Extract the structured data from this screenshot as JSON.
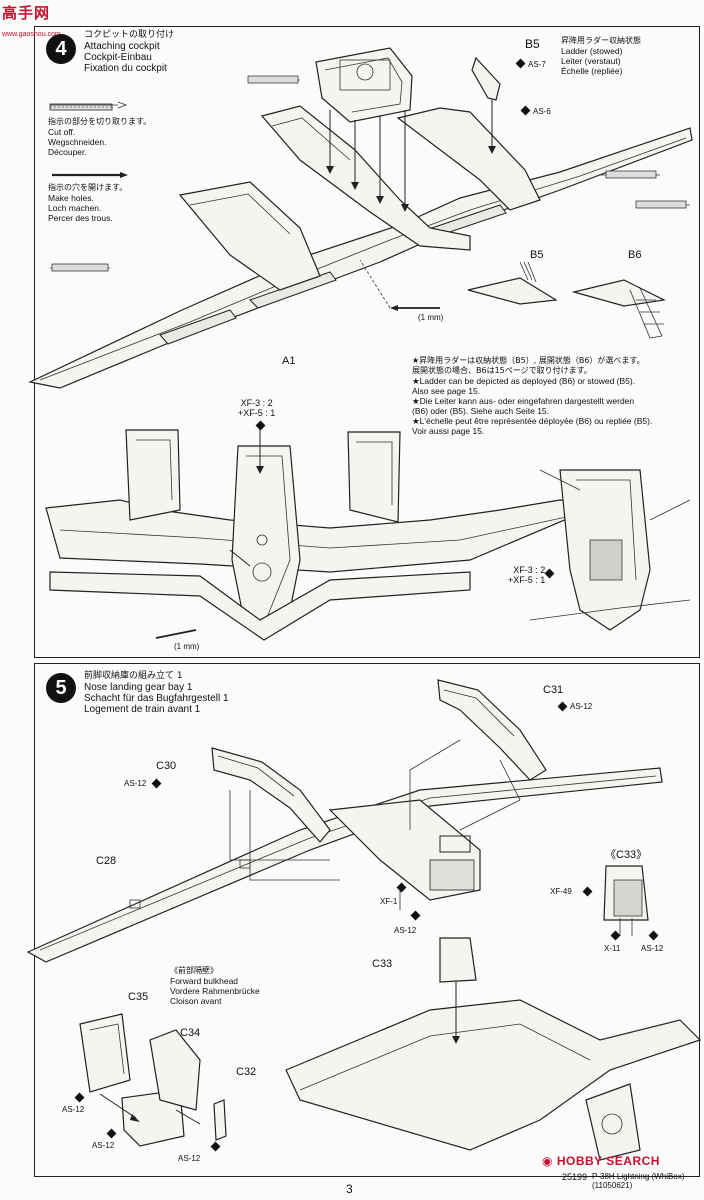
{
  "watermark": {
    "site_name": "高手网",
    "site_url": "www.gaoshou.com"
  },
  "step4": {
    "number": "4",
    "title_jp": "コクピットの取り付け",
    "title_en": "Attaching cockpit",
    "title_de": "Cockpit-Einbau",
    "title_fr": "Fixation du cockpit",
    "cut_jp": "指示の部分を切り取ります。",
    "cut_en": "Cut off.",
    "cut_de": "Wegschneiden.",
    "cut_fr": "Découper.",
    "holes_jp": "指示の穴を開けます。",
    "holes_en": "Make holes.",
    "holes_de": "Loch machen.",
    "holes_fr": "Percer des trous.",
    "ladder_title_jp": "昇降用ラダー収納状態",
    "ladder_title_en": "Ladder (stowed)",
    "ladder_title_de": "Leiter (verstaut)",
    "ladder_title_fr": "Échelle (repliée)",
    "part_b5": "B5",
    "part_b6": "B6",
    "part_a1": "A1",
    "as7": "AS-7",
    "as6": "AS-6",
    "drill_size": "(1 mm)",
    "ladder_note": [
      "★昇降用ラダーは収納状態（B5）, 展開状態（B6）が選べます。",
      "展開状態の場合、B6は15ページで取り付けます。",
      "★Ladder can be depicted as deployed (B6) or stowed (B5).",
      "Also see page 15.",
      "★Die Leiter kann aus- oder eingefahren dargestellt werden",
      "(B6) oder (B5). Siehe auch Seite 15.",
      "★L'échelle peut être représentée déployée (B6) ou repliée (B5).",
      "Voir aussi page 15."
    ],
    "paint_main_1": "XF-3 : 2",
    "paint_main_2": "+XF-5 : 1",
    "paint_detail_1": "XF-3 : 2",
    "paint_detail_2": "+XF-5 : 1"
  },
  "step5": {
    "number": "5",
    "title_jp": "前脚収納庫の組み立て 1",
    "title_en": "Nose landing gear bay 1",
    "title_de": "Schacht für das Bugfahrgestell 1",
    "title_fr": "Logement de train avant 1",
    "part_c31": "C31",
    "part_c30": "C30",
    "part_c28": "C28",
    "part_c33_box": "《C33》",
    "part_c33": "C33",
    "part_c35": "C35",
    "part_c34": "C34",
    "part_c32": "C32",
    "bulkhead_jp": "《前部隔壁》",
    "bulkhead_en": "Forward bulkhead",
    "bulkhead_de": "Vordere Rahmenbrücke",
    "bulkhead_fr": "Cloison avant",
    "as12": "AS-12",
    "xf1": "XF-1",
    "xf49": "XF-49",
    "x11": "X-11"
  },
  "footer": {
    "page_number": "3",
    "product_code": "25199",
    "product_name": "P-38H Lightning (WhiBox) (11050621)",
    "logo_text": "HOBBY SEARCH"
  },
  "colors": {
    "ink": "#111111",
    "paper": "#fbfbf9",
    "watermark_red": "#c8102e",
    "logo_red": "#c8102e"
  }
}
